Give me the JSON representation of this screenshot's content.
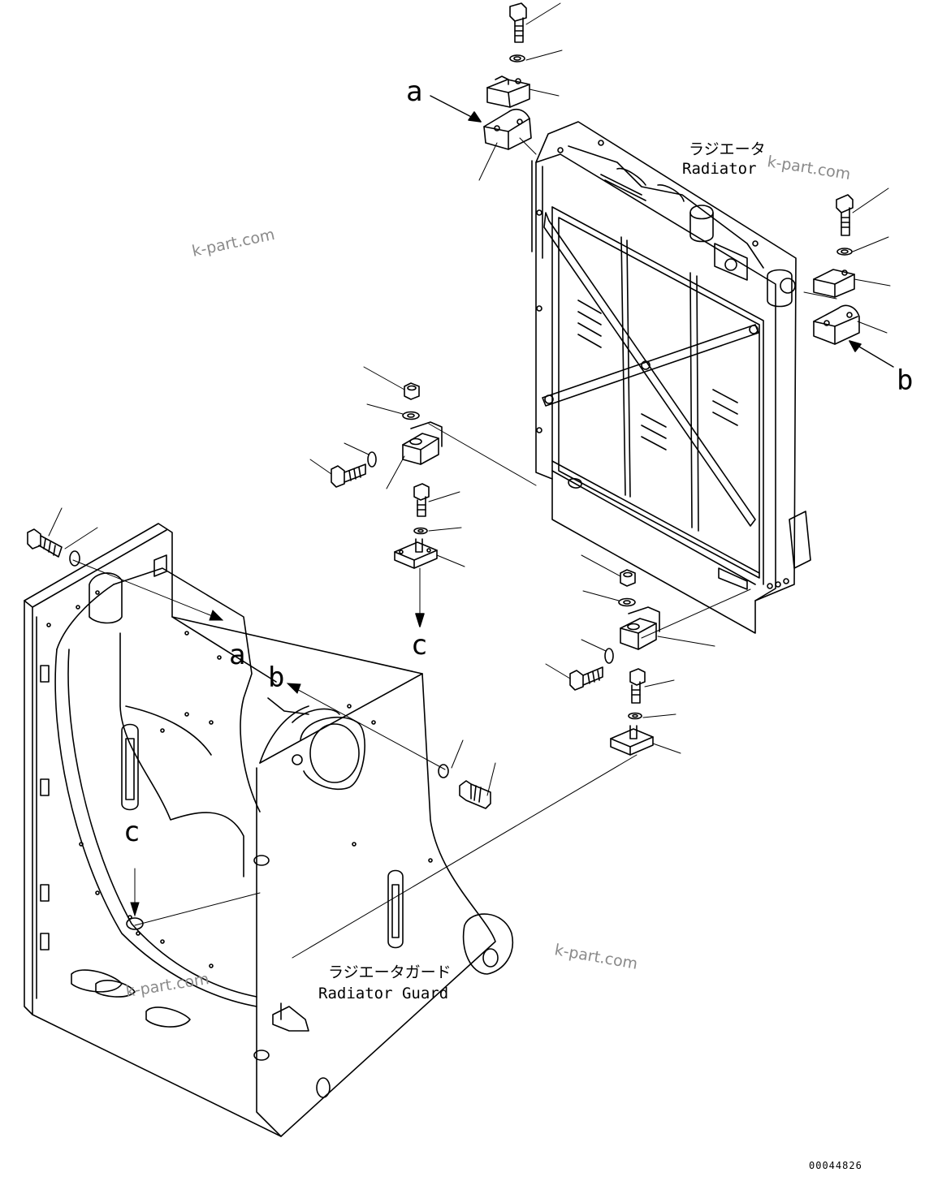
{
  "labels": {
    "radiator_jp": "ラジエータ",
    "radiator_en": "Radiator",
    "guard_jp": "ラジエータガード",
    "guard_en": "Radiator Guard"
  },
  "callouts": {
    "a_top": "a",
    "a_bottom": "a",
    "b_right": "b",
    "b_guard": "b",
    "c_mid": "c",
    "c_guard": "c"
  },
  "watermarks": [
    "k-part.com",
    "k-part.com",
    "k-part.com",
    "k-part.com"
  ],
  "drawing_number": "00044826",
  "colors": {
    "line": "#000000",
    "watermark": "#8a8a8a",
    "background": "#ffffff"
  }
}
